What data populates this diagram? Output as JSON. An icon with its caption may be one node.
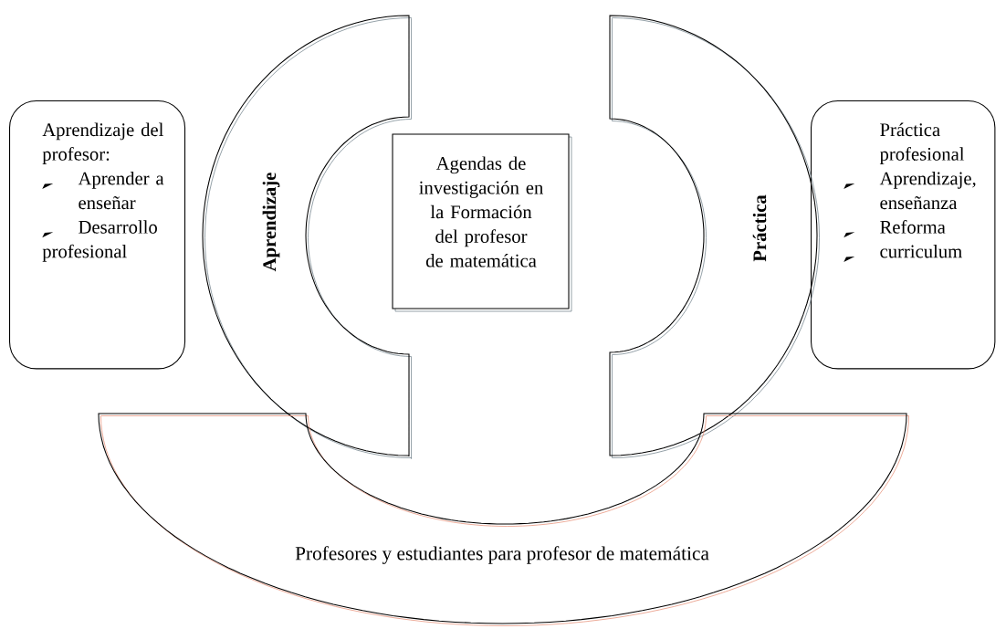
{
  "diagram": {
    "nodes": [
      {
        "text": [
          "Aprendizaje del profesor:",
          "Aprender a enseñar",
          "Desarrollo profesional"
        ]
      },
      {
        "text": [
          "Aprendizaje"
        ]
      },
      {
        "text": [
          "Agendas de investigación en la Formación del profesor de matemática"
        ]
      },
      {
        "text": [
          "Práctica"
        ]
      },
      {
        "text": [
          "Práctica profesional",
          "Aprendizaje, enseñanza",
          "Reforma",
          "curriculum"
        ]
      },
      {
        "text": [
          "Profesores y estudiantes para profesor de matemática"
        ]
      }
    ]
  }
}
